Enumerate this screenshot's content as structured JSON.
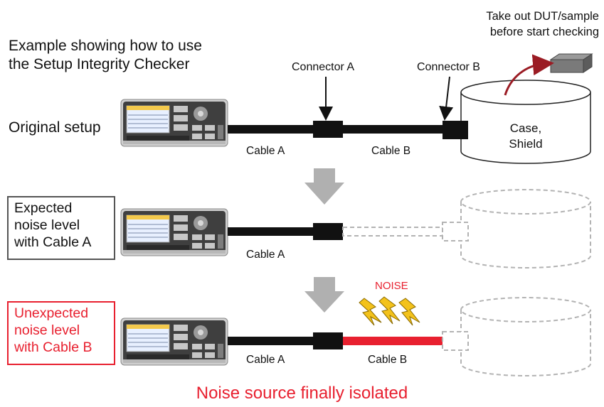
{
  "intro": {
    "line1": "Example showing how to use",
    "line2": "the Setup Integrity Checker"
  },
  "dut_note": {
    "line1": "Take out DUT/sample",
    "line2": "before start checking"
  },
  "original_setup_label": "Original setup",
  "connectors": {
    "a": "Connector A",
    "b": "Connector B"
  },
  "case_label": {
    "line1": "Case,",
    "line2": "Shield"
  },
  "cables": {
    "row1_a": "Cable A",
    "row1_b": "Cable B",
    "row2_a": "Cable A",
    "row3_a": "Cable A",
    "row3_b": "Cable B"
  },
  "expected_box": {
    "line1": "Expected",
    "line2": "noise level",
    "line3": "with Cable A"
  },
  "unexpected_box": {
    "line1": "Unexpected",
    "line2": "noise level",
    "line3": "with Cable B"
  },
  "noise_label": "NOISE",
  "conclusion": "Noise source finally isolated",
  "colors": {
    "accent_red": "#e8202f",
    "arrow_gray": "#b0b0b0",
    "cable_black": "#111111",
    "dashed_gray": "#b3b3b3"
  }
}
